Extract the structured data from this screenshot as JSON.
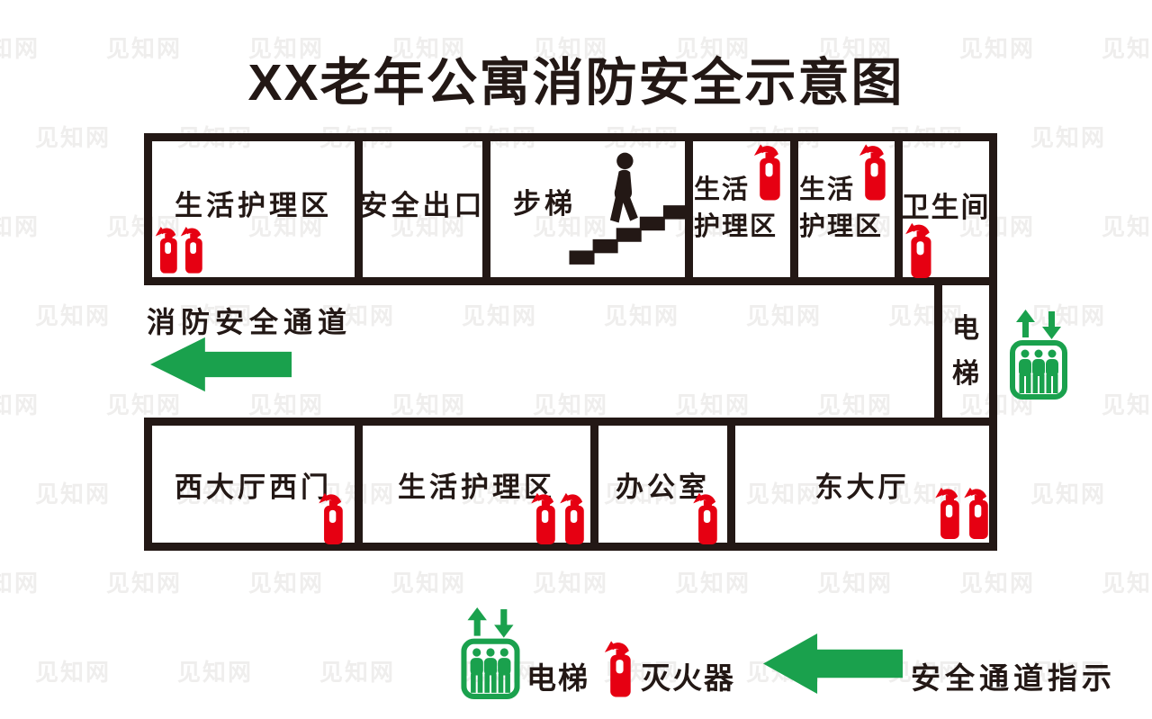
{
  "title": "XX老年公寓消防安全示意图",
  "watermark": {
    "text": "见知网"
  },
  "colors": {
    "dark": "#231815",
    "red": "#e60012",
    "green": "#1aa14d"
  },
  "floor_plan": {
    "top_row": [
      {
        "label": "生活护理区",
        "extinguisher_count": 2
      },
      {
        "label": "安全出口",
        "extinguisher_count": 0
      },
      {
        "label": "步梯",
        "icon": "stairs-descending-person",
        "extinguisher_count": 0
      },
      {
        "label": "生活护理区",
        "label_lines": [
          "生活",
          "护理区"
        ],
        "extinguisher_count": 1
      },
      {
        "label": "生活护理区",
        "label_lines": [
          "生活",
          "护理区"
        ],
        "extinguisher_count": 1
      },
      {
        "label": "卫生间",
        "extinguisher_count": 1
      }
    ],
    "corridor": {
      "label": "消防安全通道",
      "arrow_direction": "left",
      "icon": "green-arrow-left"
    },
    "elevator_room": {
      "label": "电梯"
    },
    "elevator_shaft_icon": "elevator-up-down",
    "bottom_row": [
      {
        "label": "西大厅西门",
        "extinguisher_count": 1
      },
      {
        "label": "生活护理区",
        "extinguisher_count": 2
      },
      {
        "label": "办公室",
        "extinguisher_count": 1
      },
      {
        "label": "东大厅",
        "extinguisher_count": 2
      }
    ]
  },
  "legend": {
    "items": [
      {
        "icon": "elevator-up-down",
        "label": "电梯"
      },
      {
        "icon": "fire-extinguisher",
        "label": "灭火器"
      },
      {
        "icon": "green-arrow-left",
        "label": "安全通道指示"
      }
    ]
  }
}
